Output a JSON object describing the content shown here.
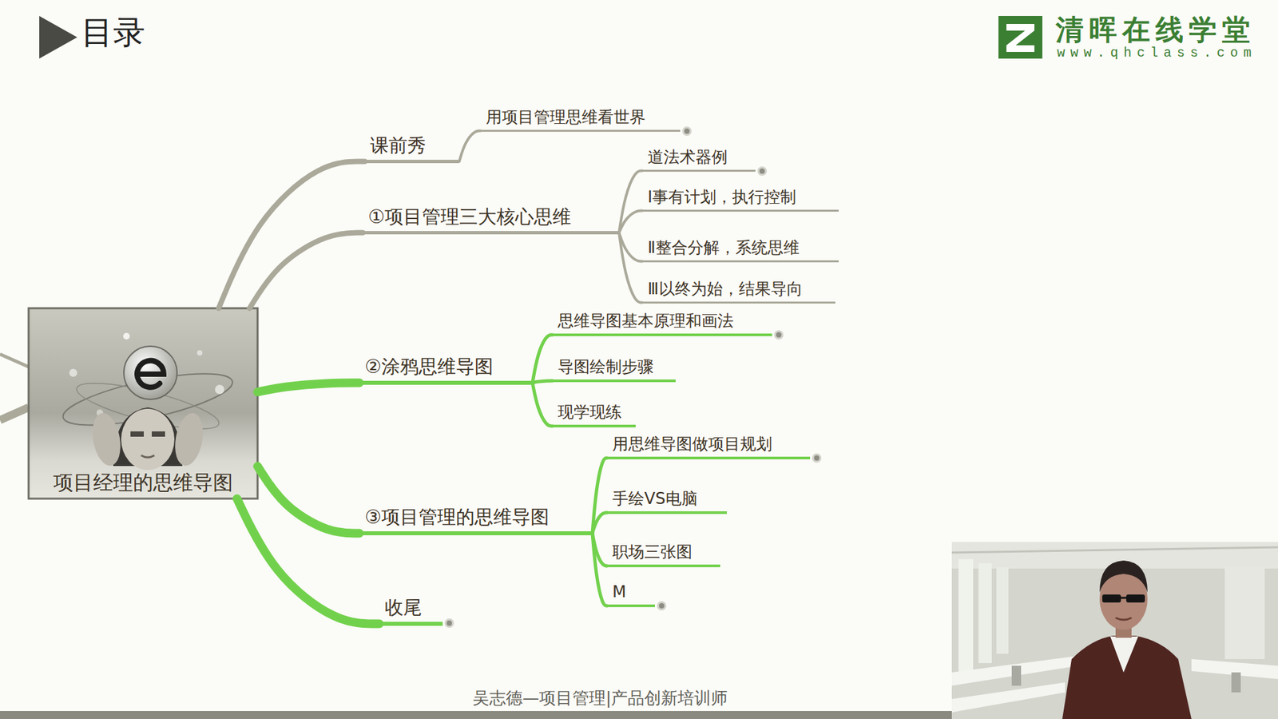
{
  "diagram": {
    "title": "目录",
    "caption": "吴志德—项目管理|产品创新培训师",
    "nodes": [
      {
        "text": [
          "项目经理的思维导图"
        ]
      },
      {
        "text": [
          "课前秀"
        ]
      },
      {
        "text": [
          "用项目管理思维看世界"
        ]
      },
      {
        "text": [
          "①项目管理三大核心思维"
        ]
      },
      {
        "text": [
          "道法术器例"
        ]
      },
      {
        "text": [
          "Ⅰ事有计划，执行控制"
        ]
      },
      {
        "text": [
          "Ⅱ整合分解，系统思维"
        ]
      },
      {
        "text": [
          "Ⅲ以终为始，结果导向"
        ]
      },
      {
        "text": [
          "②涂鸦思维导图"
        ]
      },
      {
        "text": [
          "思维导图基本原理和画法"
        ]
      },
      {
        "text": [
          "导图绘制步骤"
        ]
      },
      {
        "text": [
          "现学现练"
        ]
      },
      {
        "text": [
          "③项目管理的思维导图"
        ]
      },
      {
        "text": [
          "用思维导图做项目规划"
        ]
      },
      {
        "text": [
          "手绘VS电脑"
        ]
      },
      {
        "text": [
          "职场三张图"
        ]
      },
      {
        "text": [
          "M"
        ]
      },
      {
        "text": [
          "收尾"
        ]
      }
    ],
    "edges": [
      {
        "from": 0,
        "to": 1,
        "arrow": "none"
      },
      {
        "from": 1,
        "to": 2,
        "arrow": "none"
      },
      {
        "from": 0,
        "to": 3,
        "arrow": "none"
      },
      {
        "from": 3,
        "to": 4,
        "arrow": "none"
      },
      {
        "from": 3,
        "to": 5,
        "arrow": "none"
      },
      {
        "from": 3,
        "to": 6,
        "arrow": "none"
      },
      {
        "from": 3,
        "to": 7,
        "arrow": "none"
      },
      {
        "from": 0,
        "to": 8,
        "arrow": "none"
      },
      {
        "from": 8,
        "to": 9,
        "arrow": "none"
      },
      {
        "from": 8,
        "to": 10,
        "arrow": "none"
      },
      {
        "from": 8,
        "to": 11,
        "arrow": "none"
      },
      {
        "from": 0,
        "to": 12,
        "arrow": "none"
      },
      {
        "from": 12,
        "to": 13,
        "arrow": "none"
      },
      {
        "from": 12,
        "to": 14,
        "arrow": "none"
      },
      {
        "from": 12,
        "to": 15,
        "arrow": "none"
      },
      {
        "from": 12,
        "to": 16,
        "arrow": "none"
      },
      {
        "from": 0,
        "to": 17,
        "arrow": "none"
      }
    ],
    "labels": [
      "清晖在线学堂",
      "www.qhclass.com"
    ]
  }
}
